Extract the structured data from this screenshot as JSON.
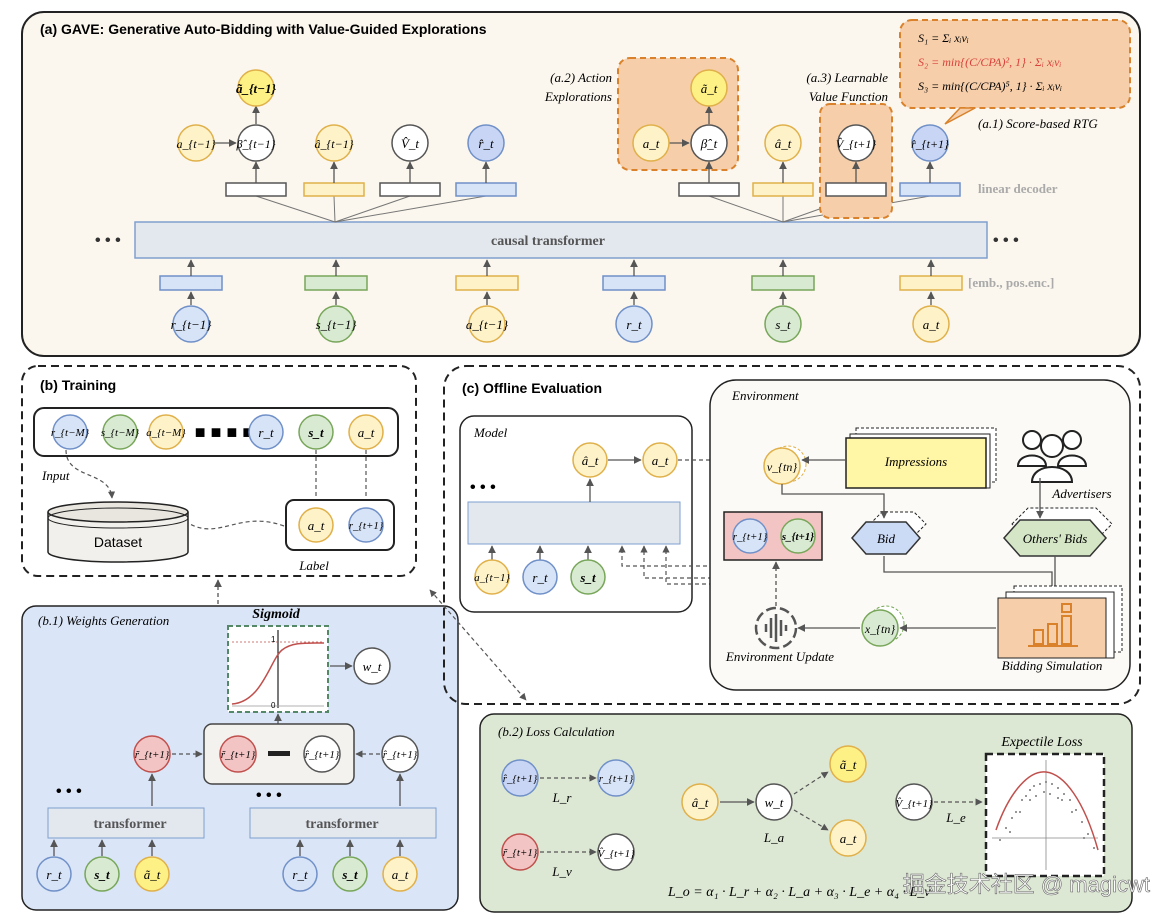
{
  "panel_a": {
    "title": "(a) GAVE: Generative Auto-Bidding with Value-Guided Explorations",
    "a2_label_1": "(a.2) Action",
    "a2_label_2": "Explorations",
    "a3_label_1": "(a.3) Learnable",
    "a3_label_2": "Value Function",
    "a1_label": "(a.1) Score-based RTG",
    "linear_decoder": "linear decoder",
    "emb_label": "[emb., pos.enc.]",
    "causal_transformer": "causal transformer",
    "ellipsis": "• • •",
    "score_formulas": [
      "S₁ = Σᵢ xᵢvᵢ",
      "S₂ = min{(C/CPA)², 1} · Σᵢ xᵢvᵢ",
      "S₃ = min{(C/CPA)⁵, 1} · Σᵢ xᵢvᵢ"
    ],
    "top_nodes": [
      "ã_{t−1}",
      "ã_t"
    ],
    "mid_nodes": [
      "a_{t−1}",
      "β̂_{t−1}",
      "â_{t−1}",
      "V̂_t",
      "r̂_t",
      "a_t",
      "β̂_t",
      "â_t",
      "V̂_{t+1}",
      "r̂_{t+1}"
    ],
    "input_nodes": [
      "r_{t−1}",
      "s_{t−1}",
      "a_{t−1}",
      "r_t",
      "s_t",
      "a_t"
    ]
  },
  "panel_b": {
    "title": "(b) Training",
    "input_label": "Input",
    "dataset_label": "Dataset",
    "label_label": "Label",
    "seq_nodes": [
      "r_{t−M}",
      "s_{t−M}",
      "a_{t−M}",
      "r_t",
      "s_t",
      "a_t"
    ],
    "label_nodes": [
      "a_t",
      "r_{t+1}"
    ]
  },
  "panel_b1": {
    "title": "(b.1) Weights Generation",
    "sigmoid_label": "Sigmoid",
    "axis_top": "1",
    "axis_bottom": "0",
    "w_node": "w_t",
    "transformer_label": "transformer",
    "nodes_left": [
      "r̃_{t+1}",
      "r_t",
      "s_t",
      "ã_t"
    ],
    "nodes_right": [
      "r̂_{t+1}",
      "r_t",
      "s_t",
      "a_t"
    ],
    "diff_nodes": [
      "r̃_{t+1}",
      "r̂_{t+1}"
    ]
  },
  "panel_c": {
    "title": "(c) Offline Evaluation",
    "model_label": "Model",
    "environment_label": "Environment",
    "impressions_label": "Impressions",
    "advertisers_label": "Advertisers",
    "bid_label": "Bid",
    "others_bids_label": "Others' Bids",
    "bidding_simulation_label": "Bidding Simulation",
    "environment_update_label": "Environment Update",
    "model_nodes": [
      "â_t",
      "a_t",
      "a_{t−1}",
      "r_t",
      "s_t"
    ],
    "feedback_nodes": [
      "r_{t+1}",
      "s_{t+1}"
    ],
    "v_node": "v_{tn}",
    "x_node": "x_{tn}"
  },
  "panel_b2": {
    "title": "(b.2) Loss Calculation",
    "expectile_label": "Expectile Loss",
    "lr_label": "L_r",
    "lv_label": "L_v",
    "la_label": "L_a",
    "le_label": "L_e",
    "total_loss": "L_o = α₁ · L_r + α₂ · L_a + α₃ · L_e + α₄ · L_v",
    "nodes": [
      "r̂_{t+1}",
      "r_{t+1}",
      "r̃_{t+1}",
      "V̂_{t+1}",
      "â_t",
      "w_t",
      "ã_t",
      "a_t",
      "V̂_{t+1}"
    ]
  },
  "watermark": "掘金技术社区 @ magicwt",
  "colors": {
    "blue_fill": "#d7e3f7",
    "blue_stroke": "#7090c8",
    "green_fill": "#d9ead3",
    "green_stroke": "#78a65a",
    "yellow_fill": "#fdf2c8",
    "yellow_stroke": "#e0b04a",
    "orange_fill": "#f6ceaa",
    "orange_stroke": "#d9822b",
    "gray_stroke": "#555555",
    "red_fill": "#f3c4c4",
    "red_stroke": "#c0504d",
    "panel_a_bg": "#fbf7ee",
    "panel_b1_bg": "#dae5f7",
    "panel_b2_bg": "#dde8d4"
  }
}
